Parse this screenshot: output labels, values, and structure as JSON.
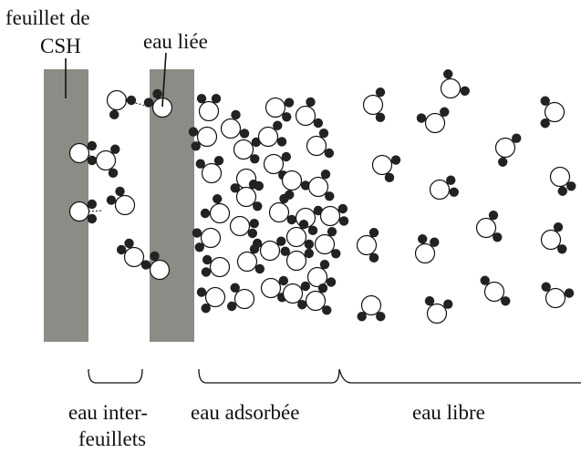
{
  "labels": {
    "sheet_line1": "feuillet de",
    "sheet_line2": "CSH",
    "bound_water": "eau liée",
    "interlayer_line1": "eau inter-",
    "interlayer_line2": "feuillets",
    "adsorbed": "eau adsorbée",
    "free": "eau libre"
  },
  "colors": {
    "sheet": "#8c8c86",
    "hydrogen": "#222222",
    "oxygen_fill": "#ffffff",
    "stroke": "#111111"
  }
}
